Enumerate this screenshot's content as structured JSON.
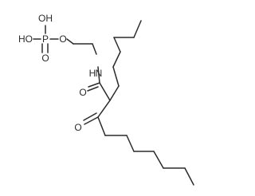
{
  "molecule": {
    "atom_labels": {
      "oh_top": "OH",
      "ho_left": "HO",
      "phosphorus": "P",
      "phosphate_oxo": "O",
      "ester_oxygen": "O",
      "amide_nh": "N",
      "amide_h": "H",
      "amide_oxo": "O",
      "ketone_oxo": "O"
    }
  }
}
